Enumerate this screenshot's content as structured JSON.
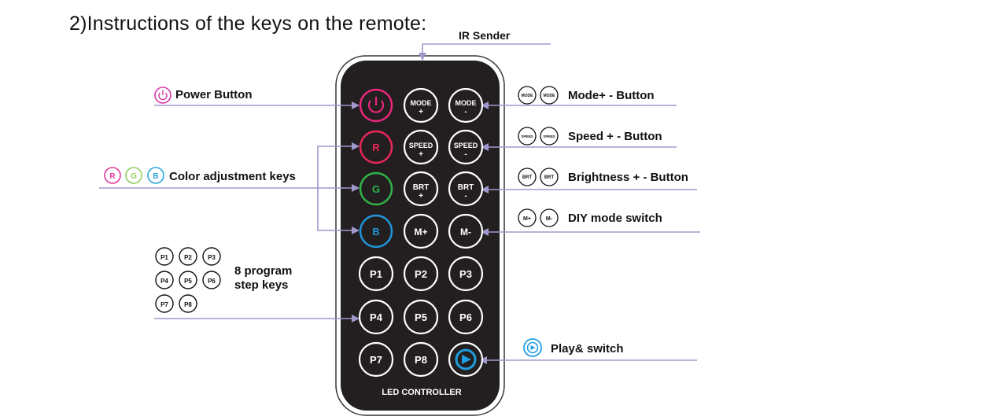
{
  "title": "2)Instructions of the keys on the remote:",
  "labels": {
    "ir_sender": "IR Sender",
    "power": "Power Button",
    "color_keys": "Color adjustment keys",
    "program_keys_line1": "8 program",
    "program_keys_line2": "step keys",
    "mode": "Mode+ - Button",
    "speed": "Speed + - Button",
    "brightness": "Brightness + - Button",
    "diy": "DIY mode switch",
    "play": "Play& switch"
  },
  "remote": {
    "footer": "LED CONTROLLER",
    "keys": {
      "r": "R",
      "g": "G",
      "b": "B",
      "mode_plus": [
        "MODE",
        "+"
      ],
      "mode_minus": [
        "MODE",
        "-"
      ],
      "speed_plus": [
        "SPEED",
        "+"
      ],
      "speed_minus": [
        "SPEED",
        "-"
      ],
      "brt_plus": [
        "BRT",
        "+"
      ],
      "brt_minus": [
        "BRT",
        "-"
      ],
      "m_plus": "M+",
      "m_minus": "M-",
      "programs": [
        "P1",
        "P2",
        "P3",
        "P4",
        "P5",
        "P6",
        "P7",
        "P8"
      ]
    }
  },
  "legend_icons": {
    "rgb": [
      "R",
      "G",
      "B"
    ],
    "mode": [
      "MODE",
      "MODE"
    ],
    "speed": [
      "SPEED",
      "SPEED"
    ],
    "brt": [
      "BRT",
      "BRT"
    ],
    "diy": [
      "M+",
      "M-"
    ],
    "programs": [
      "P1",
      "P2",
      "P3",
      "P4",
      "P5",
      "P6",
      "P7",
      "P8"
    ]
  },
  "colors": {
    "arrow": "#9f98cc",
    "power": "#e8277a",
    "red": "#e8275a",
    "green": "#2fb34a",
    "blue": "#1e95d8",
    "legend_power": "#d63aa8",
    "legend_r": "#e0389a",
    "legend_g": "#8fd060",
    "legend_b": "#2aa8e0",
    "play": "#1e9ee0"
  }
}
